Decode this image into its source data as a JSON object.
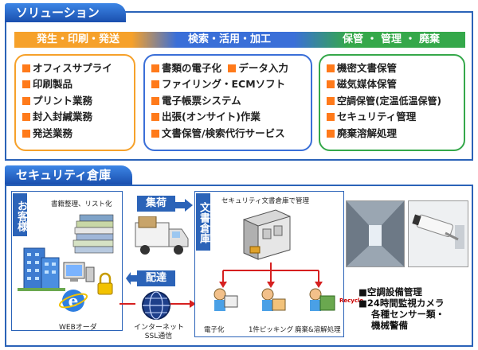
{
  "section1": {
    "title": "ソリューション",
    "categories": [
      "発生・印刷・発送",
      "検索・活用・加工",
      "保管 ・ 管理 ・ 廃棄"
    ],
    "groups": [
      {
        "items": [
          "オフィスサプライ",
          "印刷製品",
          "プリント業務",
          "封入封緘業務",
          "発送業務"
        ]
      },
      {
        "rows": [
          [
            "書類の電子化",
            "データ入力"
          ],
          [
            "ファイリング・ECMソフト"
          ],
          [
            "電子帳票システム"
          ],
          [
            "出張(オンサイト)作業"
          ],
          [
            "文書保管/検索代行サービス"
          ]
        ]
      },
      {
        "items": [
          "機密文書保管",
          "磁気媒体保管",
          "空調保管(定温低温保管)",
          "セキュリティ管理",
          "廃棄溶解処理"
        ]
      }
    ]
  },
  "section2": {
    "title": "セキュリティ倉庫",
    "customer_label": "お客様",
    "customer_note": "書籍整理、リスト化",
    "web_order": "WEBオーダ",
    "shuka": "集荷",
    "haitatsu": "配達",
    "internet": "インターネット",
    "ssl": "SSL通信",
    "warehouse_label": "文書倉庫",
    "warehouse_note": "セキュリティ文書倉庫で管理",
    "services": [
      "電子化",
      "1件ピッキング",
      "廃棄&溶解処理"
    ],
    "recycle_text": "Recycle",
    "features": [
      "■空調設備管理",
      "■24時間監視カメラ",
      "各種センサー類・",
      "機械警備"
    ]
  },
  "colors": {
    "primary_blue": "#2b63b8",
    "orange": "#f6a12a",
    "blue": "#3a6fd8",
    "green": "#35a84a",
    "bullet": "#ff7a1a"
  }
}
